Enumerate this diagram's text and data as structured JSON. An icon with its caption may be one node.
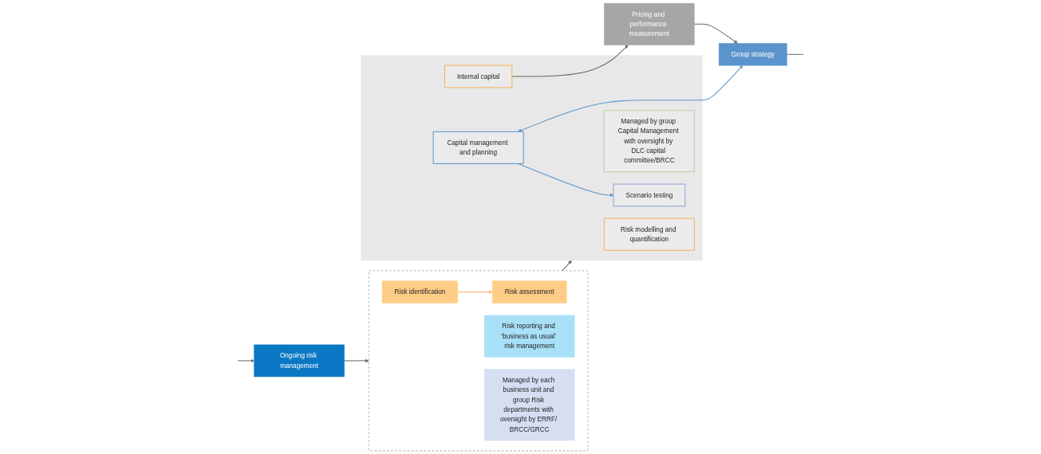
{
  "diagram": {
    "nodes": [
      {
        "text": [
          "Ongoing risk management"
        ]
      },
      {
        "text": [],
        "shape": "box"
      },
      {
        "text": [
          "Risk identification"
        ],
        "in": 1
      },
      {
        "text": [
          "Risk assessment"
        ],
        "in": 1
      },
      {
        "text": [
          "Risk reporting and ‘business as usual’ risk management"
        ],
        "in": 1
      },
      {
        "text": [
          "Managed by each business unit and group Risk departments with oversight by ERRF/ BRCC/GRCC"
        ],
        "in": 1
      },
      {
        "text": [],
        "shape": "box"
      },
      {
        "text": [
          "Risk modelling and quantification"
        ],
        "in": 6
      },
      {
        "text": [
          "Internal capital"
        ],
        "in": 6
      },
      {
        "text": [
          "Managed by group Capital Management with oversight by DLC capital committee/BRCC"
        ],
        "in": 6
      },
      {
        "text": [
          "Capital management and planning"
        ],
        "in": 6
      },
      {
        "text": [
          "Scenario testing"
        ],
        "in": 6
      },
      {
        "text": [
          "Pricing and performance measurement"
        ]
      },
      {
        "text": [
          "Group strategy"
        ]
      }
    ],
    "edges": [
      {
        "from": 0,
        "to": 1,
        "arrow": "to"
      },
      {
        "from": 2,
        "to": 3,
        "arrow": "to",
        "color": "#f5b35a"
      },
      {
        "from": 1,
        "to": 6,
        "arrow": "to"
      },
      {
        "from": 8,
        "to": 12,
        "arrow": "to"
      },
      {
        "from": 12,
        "to": 13,
        "arrow": "to"
      },
      {
        "from": 10,
        "to": 13,
        "arrow": "both",
        "color": "#5b94cc"
      },
      {
        "from": 10,
        "to": 11,
        "arrow": "to",
        "color": "#5b94cc"
      },
      {
        "from": 13,
        "to": null,
        "arrow": "none"
      },
      {
        "from": null,
        "to": 0,
        "arrow": "to"
      }
    ]
  }
}
